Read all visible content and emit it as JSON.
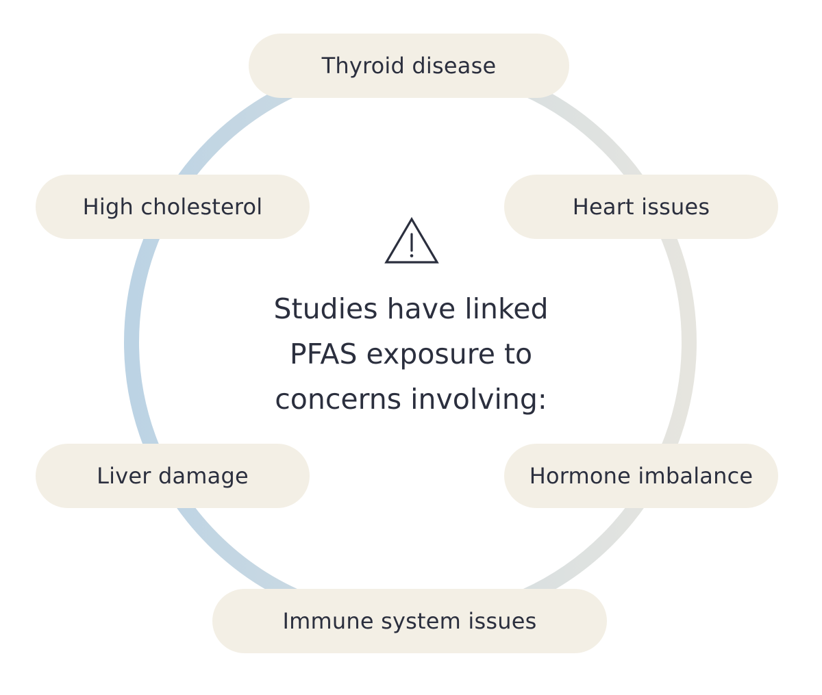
{
  "colors": {
    "pill_fill": "#f3efe5",
    "text": "#2b2f3e",
    "ring_left": "#bcd3e4",
    "ring_right": "#e6e5df",
    "background": "#ffffff"
  },
  "center": {
    "icon": "warning-triangle-icon",
    "lines": [
      "Studies have linked",
      "PFAS exposure to",
      "concerns involving:"
    ]
  },
  "items": [
    {
      "label": "Thyroid disease"
    },
    {
      "label": "High cholesterol"
    },
    {
      "label": "Heart issues"
    },
    {
      "label": "Liver damage"
    },
    {
      "label": "Hormone imbalance"
    },
    {
      "label": "Immune system issues"
    }
  ]
}
